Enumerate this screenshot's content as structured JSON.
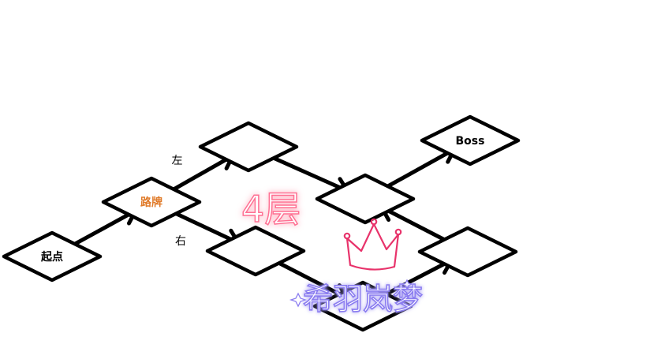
{
  "diagram": {
    "nodes": [
      {
        "id": "start",
        "label": "起点",
        "color": "#000000"
      },
      {
        "id": "sign",
        "label": "路牌",
        "color": "#e07b2a"
      },
      {
        "id": "upper-left",
        "label": ""
      },
      {
        "id": "mid-right",
        "label": ""
      },
      {
        "id": "boss",
        "label": "Boss",
        "color": "#000000"
      },
      {
        "id": "lower-left",
        "label": ""
      },
      {
        "id": "lower-mid",
        "label": ""
      },
      {
        "id": "far-right",
        "label": ""
      }
    ],
    "edges": [
      {
        "from": "start",
        "to": "sign",
        "label": ""
      },
      {
        "from": "sign",
        "to": "upper-left",
        "label": "左"
      },
      {
        "from": "sign",
        "to": "lower-left",
        "label": "右"
      },
      {
        "from": "upper-left",
        "to": "mid-right",
        "label": ""
      },
      {
        "from": "mid-right",
        "to": "boss",
        "label": ""
      },
      {
        "from": "lower-left",
        "to": "lower-mid",
        "label": ""
      },
      {
        "from": "lower-mid",
        "to": "far-right",
        "label": ""
      },
      {
        "from": "far-right",
        "to": "mid-right",
        "label": ""
      }
    ]
  },
  "floor_label": "4层",
  "watermark": "希羽岚梦",
  "colors": {
    "floor_glow": "#ff6f93",
    "crown": "#e8336b",
    "watermark": "#8a7cf0",
    "sign_label": "#e07b2a"
  },
  "icons": [
    "crown-icon",
    "sparkle-icon"
  ]
}
